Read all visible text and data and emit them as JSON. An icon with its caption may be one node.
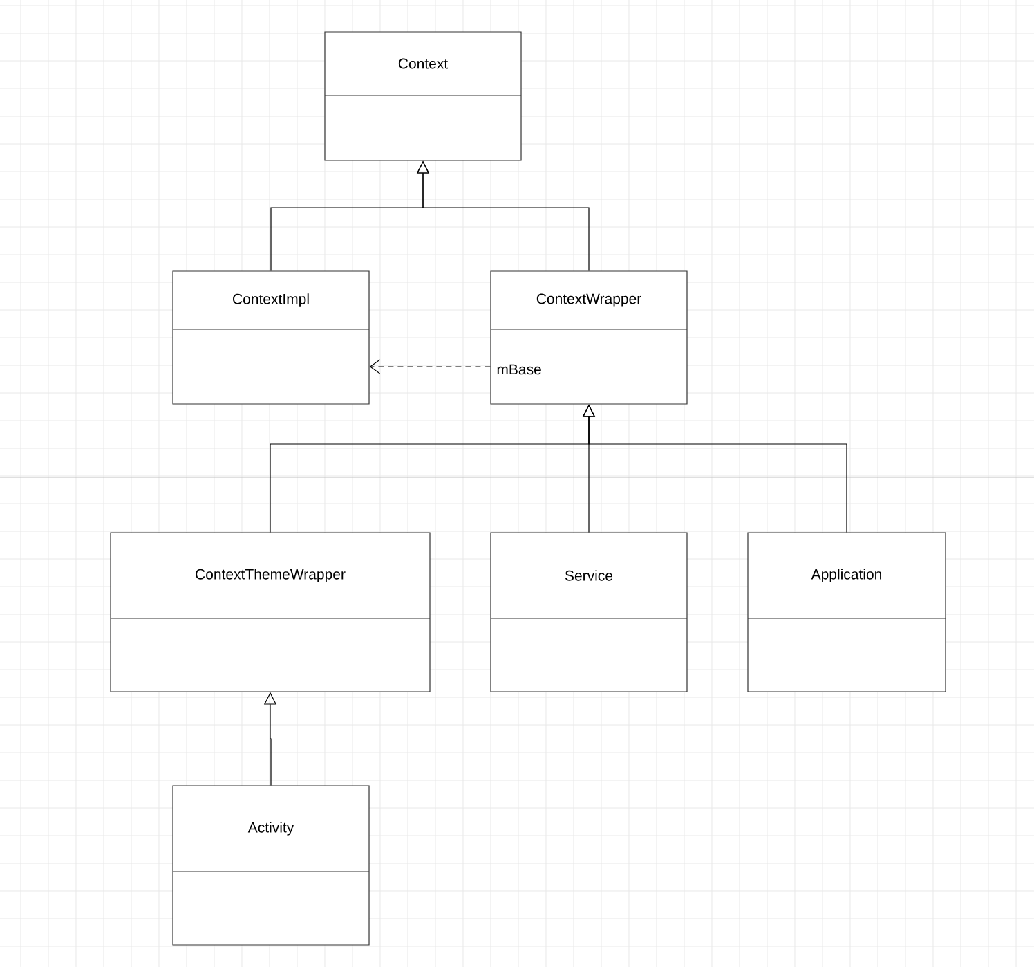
{
  "diagram": {
    "nodes": [
      {
        "text": [
          "Context"
        ]
      },
      {
        "text": [
          "ContextImpl"
        ]
      },
      {
        "text": [
          "ContextWrapper",
          "mBase"
        ]
      },
      {
        "text": [
          "ContextThemeWrapper"
        ]
      },
      {
        "text": [
          "Service"
        ]
      },
      {
        "text": [
          "Application"
        ]
      },
      {
        "text": [
          "Activity"
        ]
      }
    ],
    "edges": [
      {
        "from": 1,
        "to": 0,
        "arrow": "to"
      },
      {
        "from": 2,
        "to": 0,
        "arrow": "to"
      },
      {
        "from": 2,
        "to": 1,
        "arrow": "to",
        "style": "dashed"
      },
      {
        "from": 3,
        "to": 2,
        "arrow": "to"
      },
      {
        "from": 4,
        "to": 2,
        "arrow": "to"
      },
      {
        "from": 5,
        "to": 2,
        "arrow": "to"
      },
      {
        "from": 6,
        "to": 3,
        "arrow": "to"
      }
    ]
  }
}
